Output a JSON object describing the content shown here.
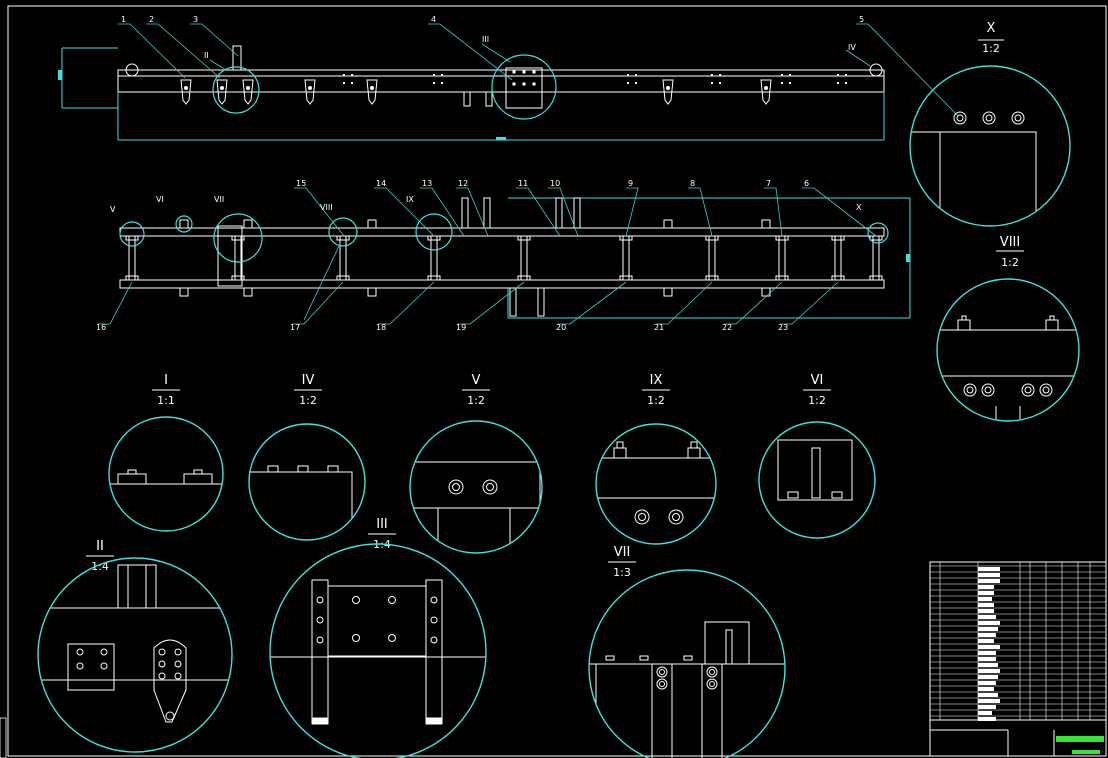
{
  "colors": {
    "background": "#000000",
    "outline": "#ffffff",
    "leader": "#33d6d6",
    "cyan": "#3fe0e0",
    "green": "#35e635"
  },
  "top_view": {
    "balloons": [
      "1",
      "2",
      "3",
      "4",
      "5"
    ],
    "detail_marks": [
      "II",
      "III",
      "IV"
    ]
  },
  "plan_view": {
    "balloons_top": [
      "15",
      "14",
      "13",
      "12",
      "11",
      "10",
      "9",
      "8",
      "7",
      "6"
    ],
    "balloons_bottom": [
      "16",
      "17",
      "18",
      "19",
      "20",
      "21",
      "22",
      "23"
    ],
    "detail_marks": [
      "V",
      "VI",
      "VII",
      "VIII",
      "IX",
      "X"
    ]
  },
  "details": {
    "I": {
      "label": "I",
      "scale": "1:1"
    },
    "II": {
      "label": "II",
      "scale": "1:4"
    },
    "III": {
      "label": "III",
      "scale": "1:4"
    },
    "IV": {
      "label": "IV",
      "scale": "1:2"
    },
    "V": {
      "label": "V",
      "scale": "1:2"
    },
    "VI": {
      "label": "VI",
      "scale": "1:2"
    },
    "VII": {
      "label": "VII",
      "scale": "1:3"
    },
    "VIII": {
      "label": "VIII",
      "scale": "1:2"
    },
    "IX": {
      "label": "IX",
      "scale": "1:2"
    },
    "X": {
      "label": "X",
      "scale": "1:2"
    }
  }
}
